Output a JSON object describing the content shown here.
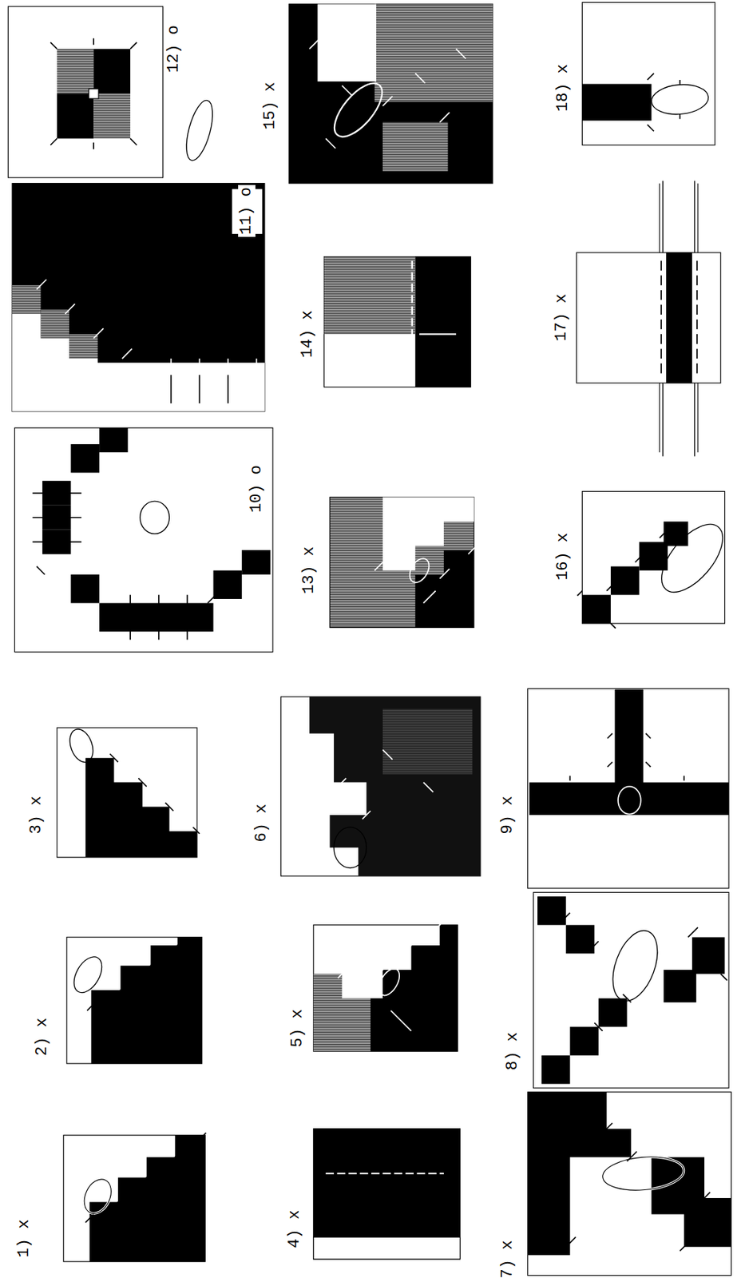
{
  "diagram": {
    "labels": [
      "1) x",
      "2) x",
      "3) x",
      "4) x",
      "5) x",
      "6) x",
      "7) x",
      "8) x",
      "9) x",
      "10) o",
      "11) o",
      "12) o",
      "13) x",
      "14) x",
      "15) x",
      "16) x",
      "17) x",
      "18) x"
    ]
  }
}
